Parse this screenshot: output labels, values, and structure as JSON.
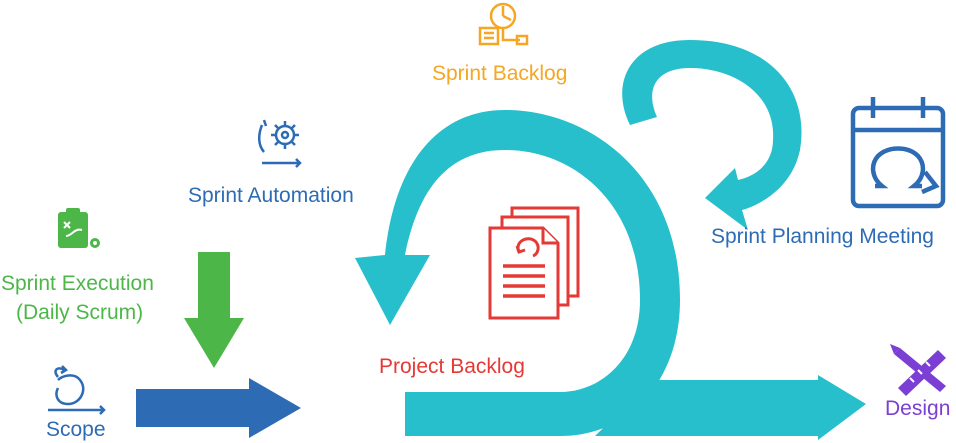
{
  "colors": {
    "teal": "#27bfcc",
    "blue": "#2d6cb5",
    "green": "#4cb748",
    "orange": "#f5a623",
    "red": "#e53935",
    "purple": "#7b3fd3"
  },
  "labels": {
    "sprint_backlog": "Sprint Backlog",
    "sprint_automation": "Sprint Automation",
    "sprint_execution_line1": "Sprint Execution",
    "sprint_execution_line2": "(Daily Scrum)",
    "sprint_planning_meeting": "Sprint Planning Meeting",
    "project_backlog": "Project Backlog",
    "scope": "Scope",
    "design": "Design"
  },
  "icons": {
    "sprint_backlog": "gear-chart-icon",
    "sprint_automation": "gear-cycle-icon",
    "sprint_execution": "clipboard-gear-icon",
    "sprint_planning_meeting": "calendar-cycle-icon",
    "project_backlog": "document-stack-icon",
    "scope": "scope-loop-icon",
    "design": "pencil-ruler-icon"
  }
}
